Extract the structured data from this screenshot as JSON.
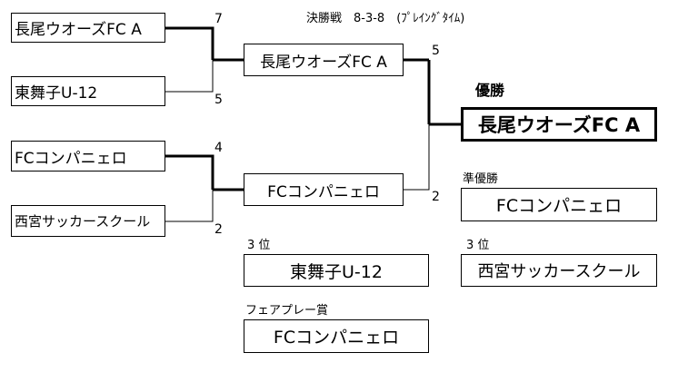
{
  "header": {
    "title": "決勝戦　8-3-8　(ﾌﾟﾚｲﾝｸﾞﾀｲﾑ)"
  },
  "round1": [
    {
      "team": "長尾ウオーズFC A",
      "score": "7"
    },
    {
      "team": "東舞子U-12",
      "score": "5"
    },
    {
      "team": "FCコンパニェロ",
      "score": "4"
    },
    {
      "team": "西宮サッカースクール",
      "score": "2"
    }
  ],
  "semis": [
    {
      "team": "長尾ウオーズFC A",
      "score": "5"
    },
    {
      "team": "FCコンパニェロ",
      "score": "2"
    }
  ],
  "results": {
    "champion_label": "優勝",
    "champion": "長尾ウオーズFC A",
    "runner_up_label": "準優勝",
    "runner_up": "FCコンパニェロ",
    "third_label_left": "3 位",
    "third_left": "東舞子U-12",
    "third_label_right": "3 位",
    "third_right": "西宮サッカースクール",
    "fairplay_label": "フェアプレー賞",
    "fairplay": "FCコンパニェロ"
  }
}
